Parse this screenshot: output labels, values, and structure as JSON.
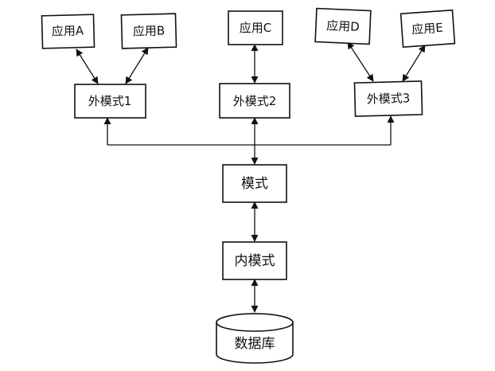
{
  "diagram": {
    "nodes": {
      "app_a": "应用A",
      "app_b": "应用B",
      "app_c": "应用C",
      "app_d": "应用D",
      "app_e": "应用E",
      "ext1": "外模式1",
      "ext2": "外模式2",
      "ext3": "外模式3",
      "schema": "模式",
      "internal": "内模式",
      "database": "数据库"
    },
    "edges": [
      {
        "from": "app_a",
        "to": "ext1",
        "arrows": "both"
      },
      {
        "from": "app_b",
        "to": "ext1",
        "arrows": "both"
      },
      {
        "from": "app_c",
        "to": "ext2",
        "arrows": "both"
      },
      {
        "from": "app_d",
        "to": "ext3",
        "arrows": "both"
      },
      {
        "from": "app_e",
        "to": "ext3",
        "arrows": "both"
      },
      {
        "from": "ext1",
        "to": "schema",
        "arrows": "both",
        "via": "bus"
      },
      {
        "from": "ext2",
        "to": "schema",
        "arrows": "both",
        "via": "bus"
      },
      {
        "from": "ext3",
        "to": "schema",
        "arrows": "both",
        "via": "bus"
      },
      {
        "from": "schema",
        "to": "internal",
        "arrows": "both"
      },
      {
        "from": "internal",
        "to": "database",
        "arrows": "both"
      }
    ]
  }
}
